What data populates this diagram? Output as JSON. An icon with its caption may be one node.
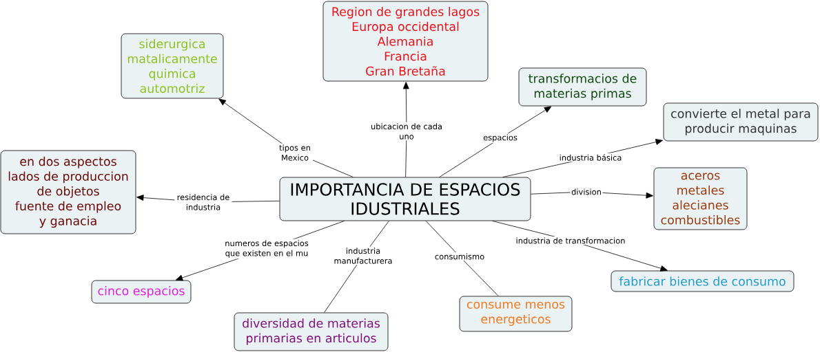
{
  "diagram": {
    "nodes": [
      {
        "text": [
          "IMPORTANCIA DE ESPACIOS IDUSTRIALES"
        ]
      },
      {
        "text": [
          "Region de grandes lagos",
          "Europa occidental",
          "Alemania",
          "Francia",
          "Gran Bretaña"
        ]
      },
      {
        "text": [
          "siderurgica",
          "matalicamente",
          "quimica",
          "automotriz"
        ]
      },
      {
        "text": [
          "transformacios de materias primas"
        ]
      },
      {
        "text": [
          "convierte el metal para producir maquinas"
        ]
      },
      {
        "text": [
          "en dos aspectos",
          "lados de produccion de objetos",
          "fuente de empleo y ganacia"
        ]
      },
      {
        "text": [
          "aceros",
          "metales",
          "alecianes",
          "combustibles"
        ]
      },
      {
        "text": [
          "fabricar bienes de consumo"
        ]
      },
      {
        "text": [
          "cinco espacios"
        ]
      },
      {
        "text": [
          "consume menos energeticos"
        ]
      },
      {
        "text": [
          "diversidad de materias primarias en articulos"
        ]
      }
    ],
    "edges": [
      {
        "from": 0,
        "to": 1,
        "arrow": "to",
        "label": "ubicacion de cada uno"
      },
      {
        "from": 0,
        "to": 2,
        "arrow": "to",
        "label": "tipos en Mexico"
      },
      {
        "from": 0,
        "to": 3,
        "arrow": "to",
        "label": "espacios"
      },
      {
        "from": 0,
        "to": 4,
        "arrow": "to",
        "label": "industria básica"
      },
      {
        "from": 0,
        "to": 5,
        "arrow": "to",
        "label": "residencia de industria"
      },
      {
        "from": 0,
        "to": 6,
        "arrow": "to",
        "label": "division"
      },
      {
        "from": 0,
        "to": 7,
        "arrow": "to",
        "label": "industria de transformacion"
      },
      {
        "from": 0,
        "to": 8,
        "arrow": "to",
        "label": "numeros de espacios que existen en el mu"
      },
      {
        "from": 0,
        "to": 9,
        "arrow": "none",
        "label": "consumismo"
      },
      {
        "from": 0,
        "to": 10,
        "arrow": "none",
        "label": "industria manufacturera"
      }
    ]
  }
}
